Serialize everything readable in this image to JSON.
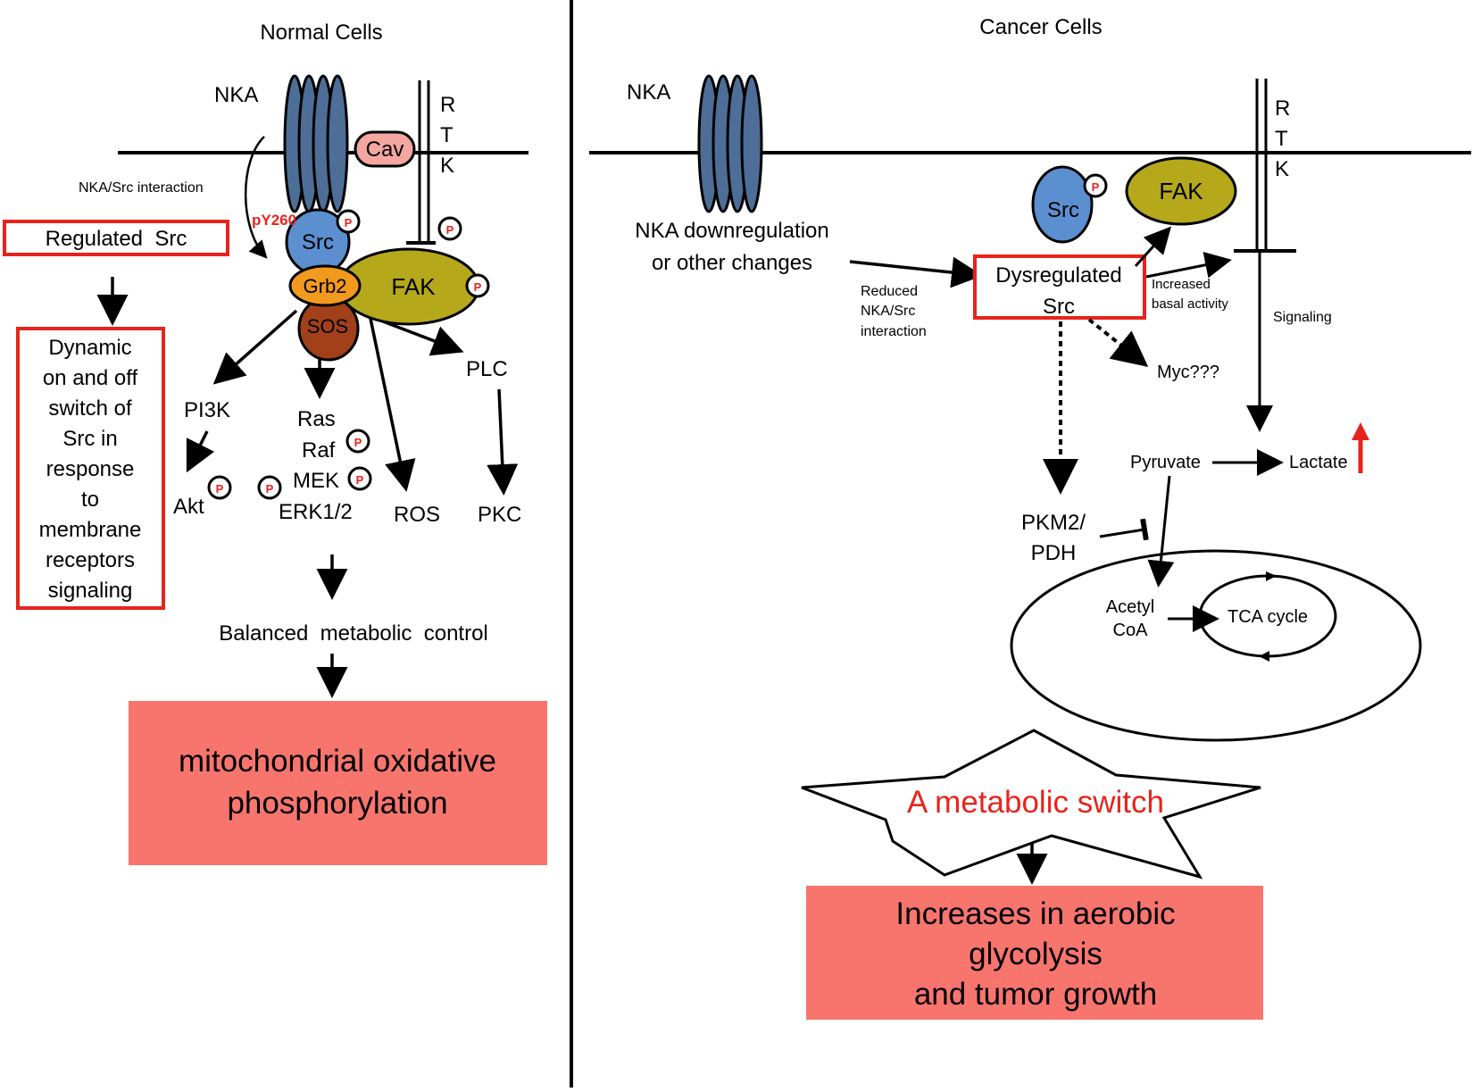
{
  "normal": {
    "title": "Normal Cells",
    "nka": "NKA",
    "cav": "Cav",
    "rtk": [
      "R",
      "T",
      "K"
    ],
    "interaction": "NKA/Src interaction",
    "py260": "pY260",
    "regulated_src": "Regulated  Src",
    "dynamic_lines": [
      "Dynamic",
      "on and off",
      "switch of",
      "Src in",
      "response",
      "to",
      "membrane",
      "receptors",
      "signaling"
    ],
    "src": "Src",
    "grb2": "Grb2",
    "fak": "FAK",
    "sos": "SOS",
    "p": "P",
    "pi3k": "PI3K",
    "akt": "Akt",
    "ras": "Ras",
    "raf": "Raf",
    "mek": "MEK",
    "erk": "ERK1/2",
    "ros": "ROS",
    "plc": "PLC",
    "pkc": "PKC",
    "balanced": "Balanced  metabolic  control",
    "oxphos_lines": [
      "mitochondrial oxidative",
      "phosphorylation"
    ]
  },
  "cancer": {
    "title": "Cancer Cells",
    "nka": "NKA",
    "rtk": [
      "R",
      "T",
      "K"
    ],
    "src": "Src",
    "fak": "FAK",
    "p": "P",
    "downreg_lines": [
      "NKA downregulation",
      "or other changes"
    ],
    "reduced_lines": [
      "Reduced",
      "NKA/Src",
      "interaction"
    ],
    "dysregulated_lines": [
      "Dysregulated",
      "Src"
    ],
    "increased_lines": [
      "Increased",
      "basal activity"
    ],
    "signaling": "Signaling",
    "myc": "Myc???",
    "pyruvate": "Pyruvate",
    "lactate": "Lactate",
    "pkm2_lines": [
      "PKM2/",
      "PDH"
    ],
    "acetyl_lines": [
      "Acetyl",
      "CoA"
    ],
    "tca": "TCA cycle",
    "switch": "A metabolic switch",
    "result_lines": [
      "Increases in aerobic",
      "glycolysis",
      "and tumor growth"
    ]
  },
  "colors": {
    "src_fill": "#5b8fd0",
    "nka_fill": "#4d6e96",
    "fak_fill": "#b5a91b",
    "grb2_fill": "#f29a1d",
    "sos_fill": "#a2401a",
    "cav_fill": "#f4a6a0",
    "box_fill": "#f8756e",
    "red": "#e8231c"
  }
}
